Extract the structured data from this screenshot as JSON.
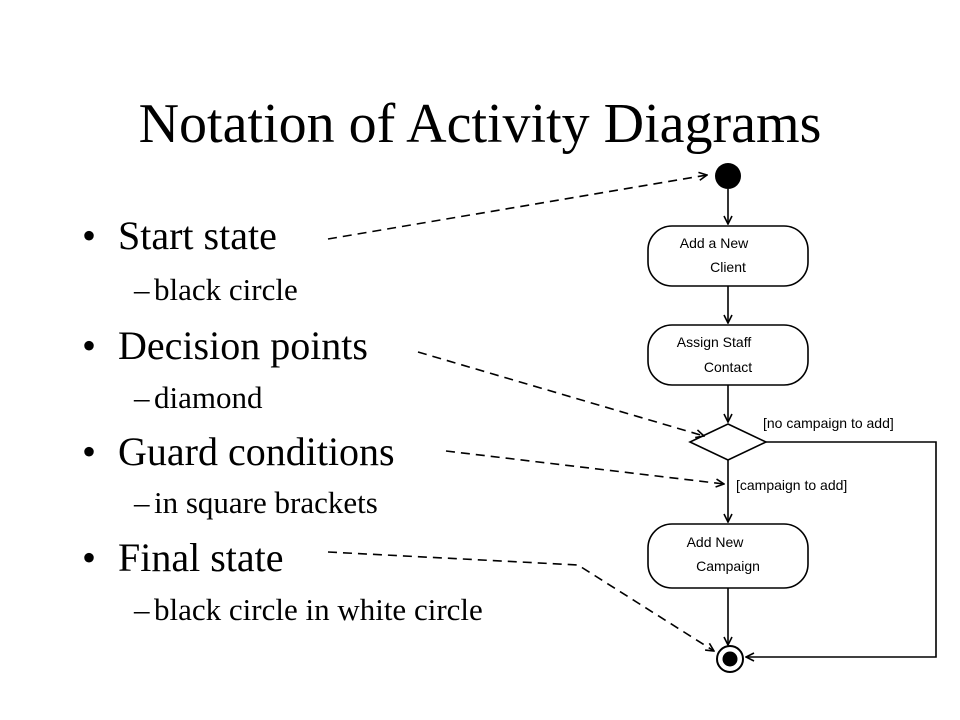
{
  "slide": {
    "title": "Notation of Activity Diagrams",
    "bullets": [
      {
        "text": "Start state",
        "sub": "black circle"
      },
      {
        "text": "Decision points",
        "sub": "diamond"
      },
      {
        "text": "Guard conditions",
        "sub": "in square brackets"
      },
      {
        "text": "Final state",
        "sub": "black circle in white circle"
      }
    ]
  },
  "diagram": {
    "activities": [
      {
        "line1": "Add a New",
        "line2": "Client"
      },
      {
        "line1": "Assign Staff",
        "line2": "Contact"
      },
      {
        "line1": "Add New",
        "line2": "Campaign"
      }
    ],
    "guards": {
      "no_campaign": "[no campaign to add]",
      "campaign": "[campaign to add]"
    }
  }
}
